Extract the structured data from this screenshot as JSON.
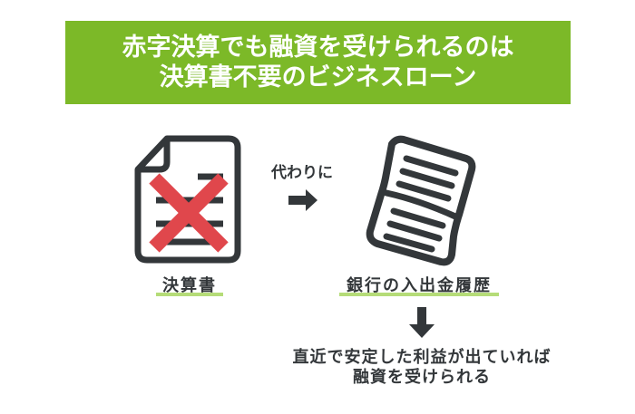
{
  "title": {
    "lines": [
      "赤字決算でも融資を受けられるのは",
      "決算書不要のビジネスローン"
    ]
  },
  "left_item": {
    "icon": "document-crossed-icon",
    "label": "決算書"
  },
  "connector": {
    "label": "代わりに",
    "icon": "arrow-right-icon"
  },
  "right_item": {
    "icon": "bank-statement-icon",
    "label": "銀行の入出金履歴"
  },
  "down_arrow": {
    "icon": "arrow-down-icon"
  },
  "result": {
    "lines": [
      "直近で安定した利益が出ていれば",
      "融資を受けられる"
    ]
  },
  "colors": {
    "banner": "#7cb928",
    "icon_stroke": "#33373a",
    "cross": "#e0474c",
    "underline": "#b5dc78",
    "text": "#33373a"
  }
}
